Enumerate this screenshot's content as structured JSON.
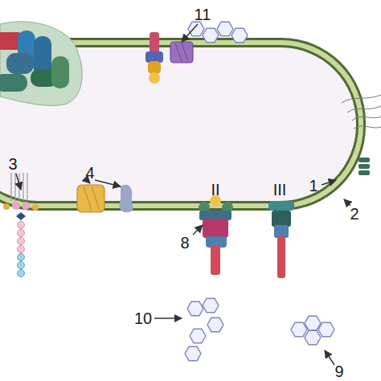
{
  "diagram": {
    "labels": [
      "11",
      "3",
      "4",
      "1",
      "2",
      "II",
      "III",
      "8",
      "10",
      "9"
    ]
  }
}
